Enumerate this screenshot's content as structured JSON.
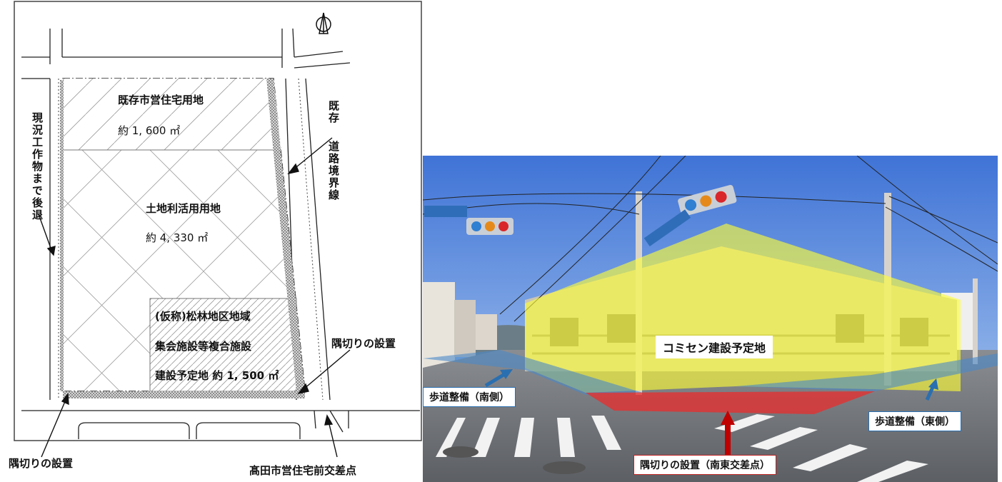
{
  "plan": {
    "existing_housing": "既存市営住宅用地",
    "existing_housing_area": "約 1, 600 ㎡",
    "land_use": "土地利活用用地",
    "land_use_area": "約 4, 330 ㎡",
    "facility_line1": "(仮称)松林地区地域",
    "facility_line2": "集会施設等複合施設",
    "facility_line3": "建設予定地 約 1, 500 ㎡",
    "left_note": "現況工作物まで後退",
    "right_note_top": "既存",
    "right_note": "道路境界線",
    "corner_cut_right": "隅切りの設置",
    "corner_cut_left": "隅切りの設置",
    "intersection": "髙田市営住宅前交差点",
    "north_icon": "north-arrow-icon"
  },
  "photo": {
    "site_label": "コミセン建設予定地",
    "sidewalk_south": "歩道整備（南側）",
    "sidewalk_east": "歩道整備（東側）",
    "corner_cut": "隅切りの設置（南東交差点）",
    "colors": {
      "site": "#ffff33",
      "corner": "#e53030",
      "sidewalk": "#4a88c8",
      "callout_border": "#c02020",
      "label_border": "#2a6fb0"
    }
  }
}
